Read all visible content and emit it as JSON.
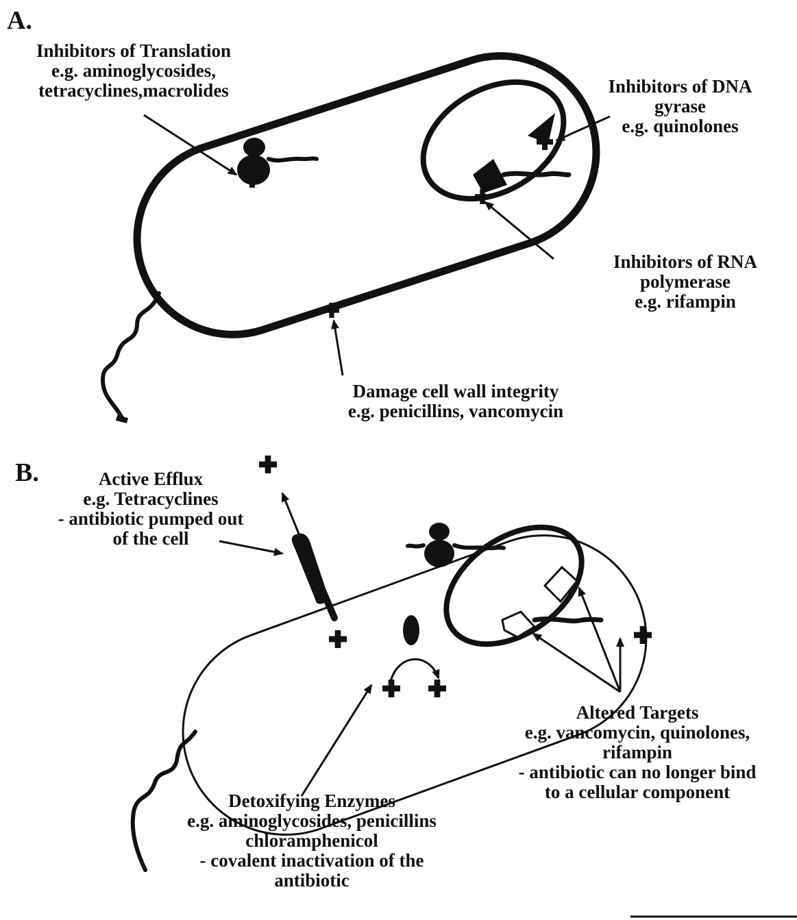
{
  "panels": {
    "a": "A.",
    "b": "B."
  },
  "panel_a": {
    "translation": [
      "Inhibitors of Translation",
      "e.g. aminoglycosides,",
      "tetracyclines,macrolides"
    ],
    "gyrase": [
      "Inhibitors of DNA",
      "gyrase",
      "e.g. quinolones"
    ],
    "rna_pol": [
      "Inhibitors of RNA",
      "polymerase",
      "e.g. rifampin"
    ],
    "cell_wall": [
      "Damage cell wall integrity",
      "e.g. penicillins, vancomycin"
    ]
  },
  "panel_b": {
    "efflux": [
      "Active Efflux",
      "e.g. Tetracyclines",
      "- antibiotic pumped out",
      "of the cell"
    ],
    "altered": [
      "Altered Targets",
      "e.g. vancomycin, quinolones,",
      "rifampin",
      "- antibiotic can no longer bind",
      "to a cellular component"
    ],
    "detox": [
      "Detoxifying Enzymes",
      "e.g. aminoglycosides, penicillins",
      "chloramphenicol",
      "- covalent inactivation of the",
      "antibiotic"
    ]
  },
  "colors": {
    "ink": "#111111",
    "background": "#ffffff"
  },
  "icons": [
    "bacterium-cell",
    "ribosome-icon",
    "dna-plasmid",
    "antibiotic-molecule",
    "efflux-pump",
    "enzyme-icon",
    "flagellum"
  ]
}
